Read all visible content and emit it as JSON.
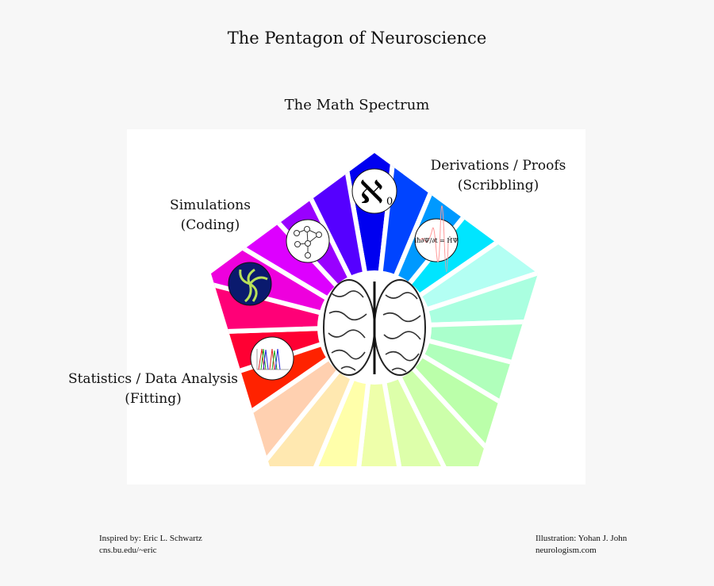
{
  "title": "The Pentagon of Neuroscience",
  "subtitle": "The Math Spectrum",
  "labels": {
    "derivations": [
      "Derivations / Proofs",
      "(Scribbling)"
    ],
    "simulations": [
      "Simulations",
      "(Coding)"
    ],
    "statistics": [
      "Statistics / Data Analysis",
      "(Fitting)"
    ]
  },
  "icons": [
    "aleph-null-icon",
    "network-graph-icon",
    "spiral-wave-icon",
    "spike-plot-icon",
    "schrodinger-equation-icon",
    "brain-icon"
  ],
  "aleph_text": "ℵ",
  "aleph_sub": "0",
  "wedge_colors": [
    "#0000f0",
    "#0044ff",
    "#0099ff",
    "#00e5ff",
    "#b3fff3",
    "#aaffe0",
    "#aaffcc",
    "#b0ffbb",
    "#bbffaa",
    "#ccffaa",
    "#ddffaa",
    "#eeffaa",
    "#ffffaa",
    "#ffe8b0",
    "#ffd0b0",
    "#ff2200",
    "#ff0033",
    "#ff0077",
    "#ee00dd",
    "#dd00ff",
    "#9900ff",
    "#5500ff"
  ],
  "footer": {
    "left": [
      "Inspired by: Eric L. Schwartz",
      "cns.bu.edu/~eric"
    ],
    "right": [
      "Illustration: Yohan J. John",
      "neurologism.com"
    ]
  }
}
